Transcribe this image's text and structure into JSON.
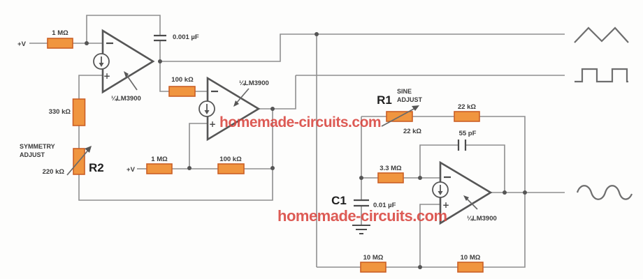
{
  "title": "LM3900 function generator schematic",
  "watermark": {
    "text": "homemade-circuits.com",
    "color": "#d9453f"
  },
  "colors": {
    "resistor_fill": "#f0953f",
    "resistor_stroke": "#cb5f26",
    "wire": "#8f8f8f",
    "opamp_stroke": "#565656",
    "text": "#3b3b3b"
  },
  "supply": {
    "v1": "+V",
    "v2": "+V"
  },
  "opamps": [
    {
      "label": "¼LM3900"
    },
    {
      "label": "¼LM3900"
    },
    {
      "label": "¼LM3900"
    }
  ],
  "labels": {
    "r_1m_top": "1 MΩ",
    "c_feedback": "0.001 µF",
    "r_330k": "330 kΩ",
    "symmetry_line1": "SYMMETRY",
    "symmetry_line2": "ADJUST",
    "r2_value": "220 kΩ",
    "r2_name": "R2",
    "r_100k_coupling": "100 kΩ",
    "r_1m_bias": "1 MΩ",
    "r_100k_fb": "100 kΩ",
    "r1_name": "R1",
    "sine_line1": "SINE",
    "sine_line2": "ADJUST",
    "r1_value": "22 kΩ",
    "r_22k_fb": "22 kΩ",
    "c_55p": "55 pF",
    "r_3m3": "3.3 MΩ",
    "c1_name": "C1",
    "c1_value": "0.01 µF",
    "r_10m_left": "10 MΩ",
    "r_10m_right": "10 MΩ"
  },
  "outputs": [
    {
      "name": "triangle-wave"
    },
    {
      "name": "square-wave"
    },
    {
      "name": "sine-wave"
    }
  ],
  "polarity": {
    "plus": "+"
  }
}
